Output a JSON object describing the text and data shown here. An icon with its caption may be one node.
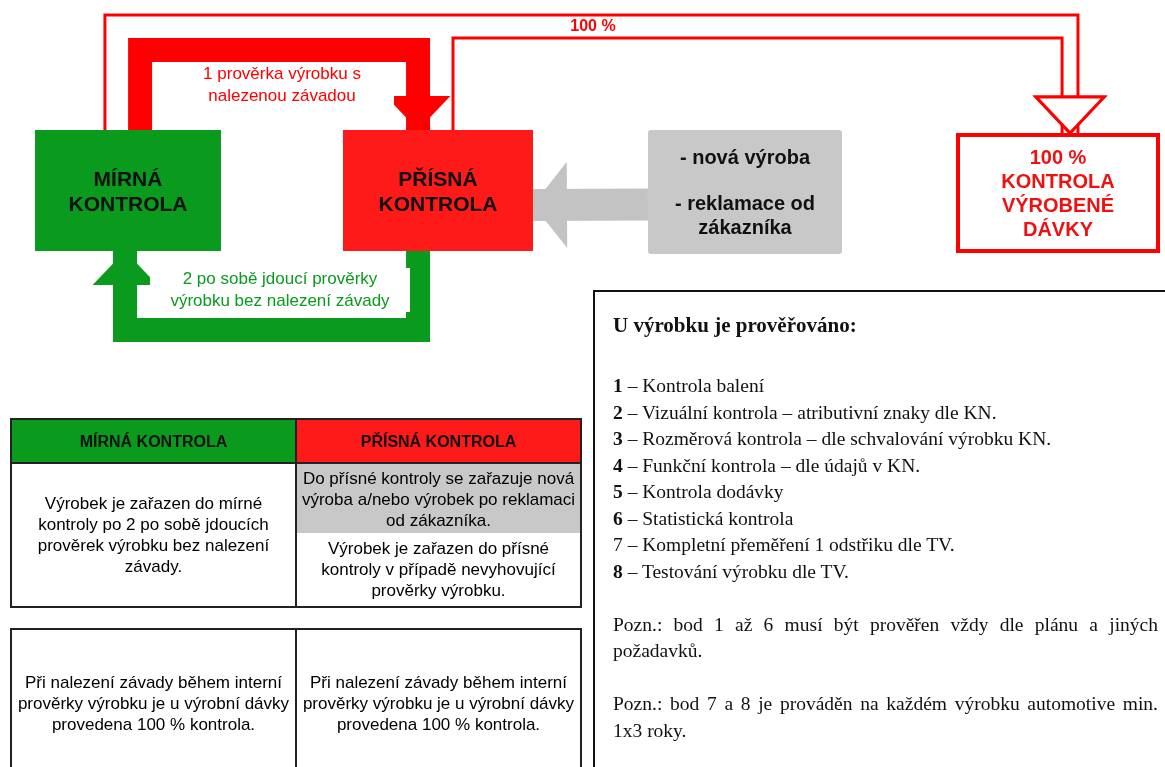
{
  "diagram": {
    "nodes": [
      {
        "text": [
          "MÍRNÁ KONTROLA"
        ]
      },
      {
        "text": [
          "PŘÍSNÁ KONTROLA"
        ]
      },
      {
        "text": [
          "- nová výroba",
          "- reklamace od zákazníka"
        ]
      },
      {
        "text": [
          "100 % KONTROLA VÝROBENÉ DÁVKY"
        ]
      },
      {
        "text": [
          "U výrobku  je prověřováno:",
          "**1** – Kontrola balení",
          "**2** – Vizuální kontrola – atributivní znaky dle KN.",
          "**3** – Rozměrová kontrola – dle schvalování výrobku KN.",
          "**4** – Funkční kontrola – dle údajů v KN.",
          "**5** – Kontrola dodávky",
          "**6** – Statistická kontrola",
          "7 – Kompletní přeměření 1 odstřiku dle TV.",
          "**8** – Testování výrobku dle TV.",
          "Pozn.: bod 1 až 6 musí být prověřen vždy dle plánu a jiných požadavků.",
          "Pozn.: bod 7 a 8 je prováděn na každém výrobku automotive min. 1x3 roky."
        ]
      }
    ],
    "edges": [
      {
        "from": 0,
        "to": 1,
        "arrow": "to",
        "label": "1 prověrka výrobku s nalezenou závadou"
      },
      {
        "from": 1,
        "to": 0,
        "arrow": "to",
        "label": "2 po sobě jdoucí prověrky výrobku bez nalezení závady",
        "color": "#0a9a1e"
      },
      {
        "from": 2,
        "to": 1,
        "arrow": "to",
        "color": "#c3c3c3"
      },
      {
        "from": 0,
        "to": 3,
        "arrow": "to",
        "label": "100 %"
      },
      {
        "from": 1,
        "to": 3,
        "arrow": "to"
      }
    ],
    "labels": [
      "MÍRNÁ KONTROLA",
      "PŘÍSNÁ KONTROLA",
      "Výrobek je zařazen do mírné kontroly po 2 po sobě jdoucích prověrek výrobku bez nalezení závady.",
      "Do přísné kontroly se zařazuje nová výroba a/nebo výrobek po reklamaci od zákazníka.",
      "Výrobek je zařazen do přísné kontroly v případě nevyhovující prověrky výrobku.",
      "Při nalezení závady během interní prověrky výrobku je u výrobní dávky provedena 100 % kontrola.",
      "Při nalezení závady během interní prověrky výrobku je u výrobní dávky provedena 100 % kontrola."
    ]
  }
}
